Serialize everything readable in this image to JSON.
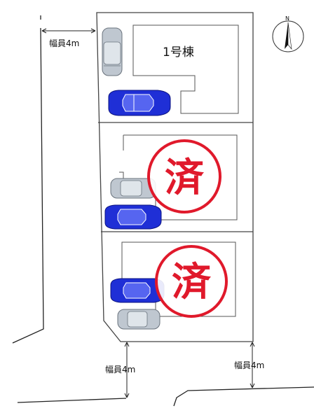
{
  "lots": [
    {
      "label": "1号棟",
      "status": ""
    },
    {
      "label": "",
      "status": "済"
    },
    {
      "label": "",
      "status": "済"
    }
  ],
  "roads": [
    {
      "width_label": "幅員4m"
    },
    {
      "width_label": "幅員4m"
    },
    {
      "width_label": "幅員4m"
    }
  ],
  "compass": {
    "label": "N",
    "icon": "north-arrow-icon"
  },
  "colors": {
    "stamp": "#e0192b",
    "car_blue": "#1f2fd6",
    "car_gray": "#b9c2cc",
    "lot_line": "#555555"
  }
}
